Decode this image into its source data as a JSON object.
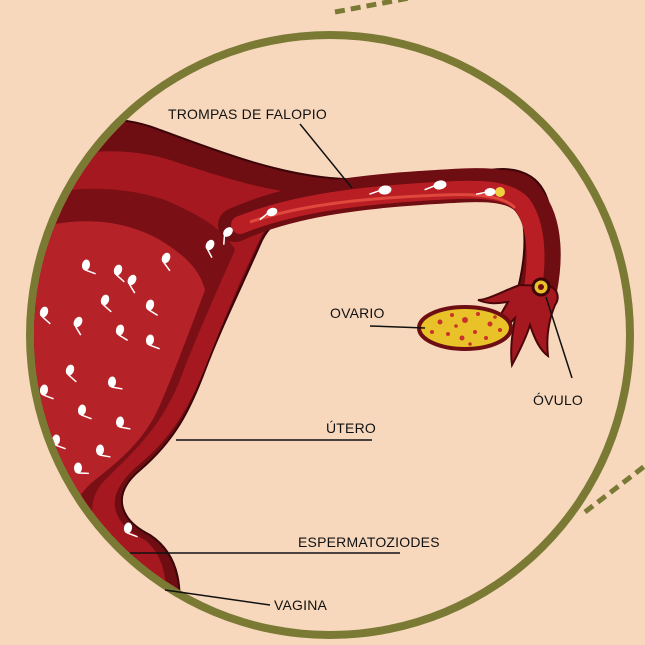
{
  "diagram": {
    "labels": {
      "trompas": "TROMPAS DE FALOPIO",
      "ovario": "OVARIO",
      "ovulo": "ÓVULO",
      "utero": "ÚTERO",
      "espermatozoides": "ESPERMATOZIODES",
      "vagina": "VAGINA"
    }
  },
  "colors": {
    "background": "#f7d8bd",
    "ring": "#7a7a35",
    "disc": "#f7d8bd",
    "tissue_dark": "#6e0d12",
    "tissue_mid": "#8e141c",
    "tissue_red": "#c0262a",
    "tissue_light": "#d63a32",
    "ovary_fill": "#e8c228",
    "ovary_dots": "#c8342a",
    "sperm": "#ffffff",
    "leader_lines": "#111111"
  }
}
